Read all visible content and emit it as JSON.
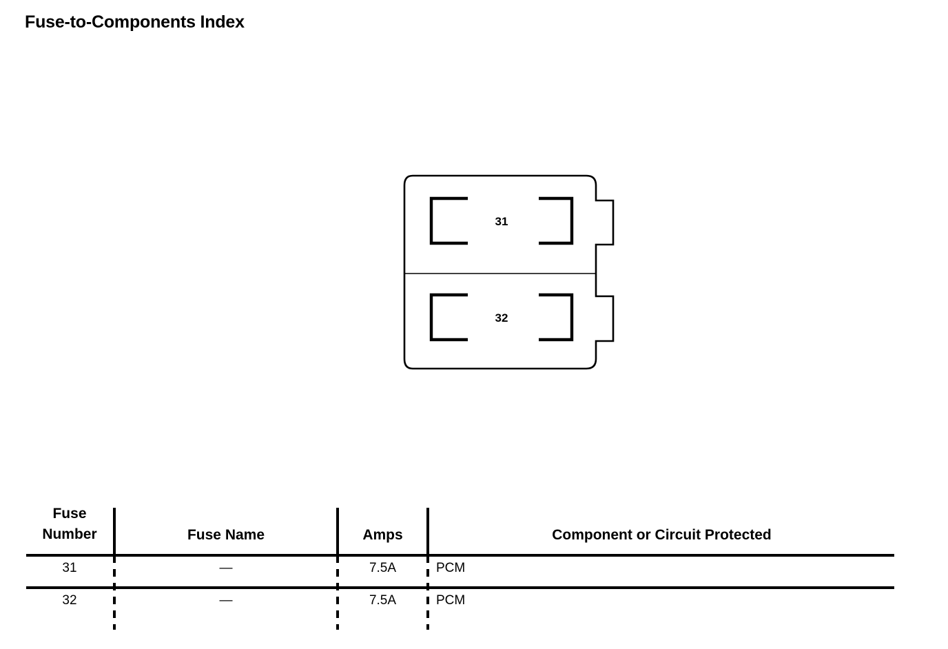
{
  "page": {
    "title": "Fuse-to-Components Index",
    "background_color": "#ffffff",
    "line_color": "#000000"
  },
  "diagram": {
    "name": "fuse-block-diagram",
    "description": "Two-cavity fuse block outline with rounded corners and two tabs on the right side",
    "cavities": [
      {
        "label": "31",
        "position": "top"
      },
      {
        "label": "32",
        "position": "bottom"
      }
    ]
  },
  "table": {
    "headers": {
      "fuse_number": "Fuse\nNumber",
      "fuse_name": "Fuse Name",
      "amps": "Amps",
      "component": "Component or Circuit Protected"
    },
    "rows": [
      {
        "fuse_number": "31",
        "fuse_name": "—",
        "amps": "7.5A",
        "component": "PCM"
      },
      {
        "fuse_number": "32",
        "fuse_name": "—",
        "amps": "7.5A",
        "component": "PCM"
      }
    ]
  }
}
